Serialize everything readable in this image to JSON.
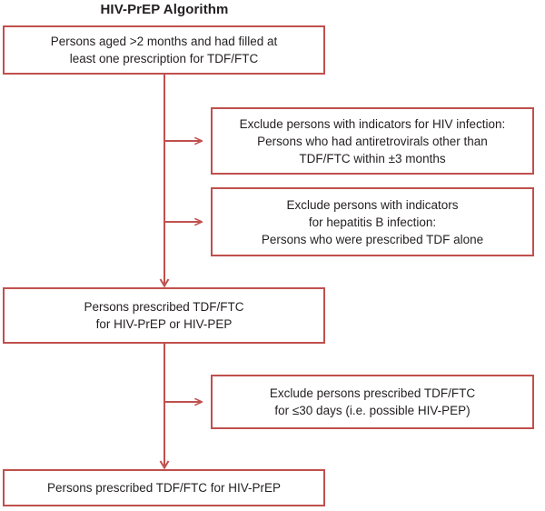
{
  "title": "HIV-PrEP Algorithm",
  "accent_color": "#c0504d",
  "text_color": "#231f20",
  "background_color": "#ffffff",
  "nodes": {
    "main_1": {
      "label": "Persons aged >2 months and had filled at\nleast one prescription for TDF/FTC",
      "kind": "inclusion"
    },
    "exclusion_1": {
      "label": "Exclude persons with indicators for HIV infection:\nPersons who had antiretrovirals other than\nTDF/FTC within ±3 months",
      "kind": "exclusion"
    },
    "exclusion_2": {
      "label": "Exclude persons with indicators\nfor hepatitis B infection:\nPersons who were prescribed TDF alone",
      "kind": "exclusion"
    },
    "main_2": {
      "label": "Persons prescribed TDF/FTC\nfor HIV-PrEP or HIV-PEP",
      "kind": "inclusion"
    },
    "exclusion_3": {
      "label": "Exclude persons prescribed TDF/FTC\nfor ≤30 days (i.e. possible HIV-PEP)",
      "kind": "exclusion"
    },
    "main_3": {
      "label": "Persons prescribed TDF/FTC for HIV-PrEP",
      "kind": "inclusion"
    }
  },
  "connectors": [
    {
      "name": "trunk-1",
      "from": "main_1",
      "to": "main_2",
      "style": "vertical"
    },
    {
      "name": "branch-1",
      "from": "trunk-1",
      "to": "exclusion_1",
      "style": "horizontal-arrow"
    },
    {
      "name": "branch-2",
      "from": "trunk-1",
      "to": "exclusion_2",
      "style": "horizontal-arrow"
    },
    {
      "name": "arrow-into-main_2",
      "from": "trunk-1",
      "to": "main_2",
      "style": "down-arrow"
    },
    {
      "name": "trunk-2",
      "from": "main_2",
      "to": "main_3",
      "style": "vertical"
    },
    {
      "name": "branch-3",
      "from": "trunk-2",
      "to": "exclusion_3",
      "style": "horizontal-arrow"
    },
    {
      "name": "arrow-into-main_3",
      "from": "trunk-2",
      "to": "main_3",
      "style": "down-arrow"
    }
  ]
}
